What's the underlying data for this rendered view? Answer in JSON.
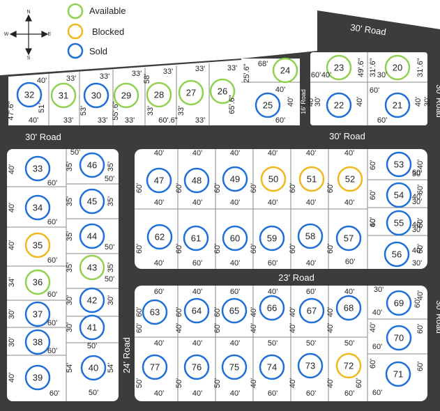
{
  "legend": {
    "compass": {
      "n": "N",
      "s": "S",
      "e": "E",
      "w": "W"
    },
    "items": [
      {
        "label": "Available",
        "color": "#8fd14f"
      },
      {
        "label": "Blocked",
        "color": "#f0b81c"
      },
      {
        "label": "Sold",
        "color": "#1e6fd9"
      }
    ]
  },
  "roads": [
    {
      "label": "30' Road"
    },
    {
      "label": "30' Road"
    },
    {
      "label": "30' Road"
    },
    {
      "label": "23' Road"
    },
    {
      "label": "24' Road"
    },
    {
      "label": "16' Road"
    },
    {
      "label": "30' Road"
    },
    {
      "label": "30' Road"
    }
  ],
  "plots": [
    {
      "id": "32",
      "status": "sold"
    },
    {
      "id": "31",
      "status": "available"
    },
    {
      "id": "30",
      "status": "sold"
    },
    {
      "id": "29",
      "status": "available"
    },
    {
      "id": "28",
      "status": "available"
    },
    {
      "id": "27",
      "status": "available"
    },
    {
      "id": "26",
      "status": "available"
    },
    {
      "id": "24",
      "status": "available"
    },
    {
      "id": "25",
      "status": "sold"
    },
    {
      "id": "23",
      "status": "available"
    },
    {
      "id": "20",
      "status": "available"
    },
    {
      "id": "22",
      "status": "sold"
    },
    {
      "id": "21",
      "status": "sold"
    },
    {
      "id": "33",
      "status": "sold"
    },
    {
      "id": "34",
      "status": "sold"
    },
    {
      "id": "35",
      "status": "blocked"
    },
    {
      "id": "36",
      "status": "available"
    },
    {
      "id": "37",
      "status": "sold"
    },
    {
      "id": "38",
      "status": "sold"
    },
    {
      "id": "39",
      "status": "sold"
    },
    {
      "id": "46",
      "status": "sold"
    },
    {
      "id": "45",
      "status": "sold"
    },
    {
      "id": "44",
      "status": "sold"
    },
    {
      "id": "43",
      "status": "available"
    },
    {
      "id": "42",
      "status": "sold"
    },
    {
      "id": "41",
      "status": "sold"
    },
    {
      "id": "40",
      "status": "sold"
    },
    {
      "id": "47",
      "status": "sold"
    },
    {
      "id": "48",
      "status": "sold"
    },
    {
      "id": "49",
      "status": "sold"
    },
    {
      "id": "50",
      "status": "blocked"
    },
    {
      "id": "51",
      "status": "blocked"
    },
    {
      "id": "52",
      "status": "blocked"
    },
    {
      "id": "62",
      "status": "sold"
    },
    {
      "id": "61",
      "status": "sold"
    },
    {
      "id": "60",
      "status": "sold"
    },
    {
      "id": "59",
      "status": "sold"
    },
    {
      "id": "58",
      "status": "sold"
    },
    {
      "id": "57",
      "status": "sold"
    },
    {
      "id": "53",
      "status": "sold"
    },
    {
      "id": "54",
      "status": "sold"
    },
    {
      "id": "55",
      "status": "sold"
    },
    {
      "id": "56",
      "status": "sold"
    },
    {
      "id": "63",
      "status": "sold"
    },
    {
      "id": "64",
      "status": "sold"
    },
    {
      "id": "65",
      "status": "sold"
    },
    {
      "id": "66",
      "status": "sold"
    },
    {
      "id": "67",
      "status": "sold"
    },
    {
      "id": "68",
      "status": "sold"
    },
    {
      "id": "69",
      "status": "sold"
    },
    {
      "id": "77",
      "status": "sold"
    },
    {
      "id": "76",
      "status": "sold"
    },
    {
      "id": "75",
      "status": "sold"
    },
    {
      "id": "74",
      "status": "sold"
    },
    {
      "id": "73",
      "status": "sold"
    },
    {
      "id": "72",
      "status": "blocked"
    },
    {
      "id": "70",
      "status": "sold"
    },
    {
      "id": "71",
      "status": "sold"
    }
  ],
  "dimensions": [
    "40'",
    "33'",
    "33'",
    "33'",
    "58'",
    "33'",
    "33'",
    "33'",
    "47'.6\"",
    "51'",
    "40'",
    "33'",
    "53'",
    "33'",
    "55'.6\"",
    "33'",
    "33'",
    "60'.6\"",
    "33'",
    "33'",
    "65'.6\"",
    "25'.6\"",
    "68'",
    "60'",
    "40'",
    "40'",
    "60'",
    "60'",
    "49'.6\"",
    "31'.6\"",
    "31'.6\"",
    "40'",
    "40'",
    "40'",
    "60'",
    "40'",
    "60'",
    "40'",
    "60'",
    "40'",
    "60'",
    "34'",
    "60'",
    "30'",
    "60'",
    "30'",
    "60'",
    "40'",
    "60'",
    "50'",
    "35'",
    "35'",
    "50'",
    "35'",
    "35'",
    "35'",
    "50'",
    "35'",
    "35'",
    "50'",
    "30'",
    "30'",
    "30'",
    "50'",
    "54'",
    "54'",
    "50'",
    "40'",
    "40'",
    "40'",
    "40'",
    "40'",
    "40'",
    "60'",
    "40'",
    "40'",
    "40'",
    "40'",
    "40'",
    "40'",
    "60'",
    "60'",
    "60'",
    "60'",
    "60'",
    "60'",
    "60'",
    "60'",
    "60'",
    "60'",
    "60'",
    "60'",
    "30'",
    "60'",
    "30'",
    "60'",
    "30'",
    "60'",
    "30'",
    "60'",
    "40'",
    "60'",
    "40'",
    "60'",
    "40'",
    "60'",
    "40'",
    "60'",
    "40'",
    "60'",
    "40'",
    "60'",
    "40'",
    "60'",
    "40'",
    "40'",
    "40'",
    "40'",
    "40'",
    "40'",
    "50'",
    "50'",
    "50'",
    "50'",
    "50'",
    "50'",
    "40'",
    "40'",
    "40'",
    "40'",
    "40'",
    "40'",
    "60'",
    "60'",
    "60'",
    "60'",
    "60'",
    "60'",
    "40'",
    "40'",
    "40'",
    "40'",
    "40'",
    "40'",
    "60'",
    "60'",
    "60'",
    "60'",
    "60'",
    "60'",
    "30'",
    "60'",
    "40'",
    "60'",
    "40'",
    "60'",
    "60'",
    "40'",
    "40'",
    "40'",
    "40'",
    "30'",
    "30'",
    "30'",
    "30'",
    "60'",
    "60'",
    "60'",
    "60'",
    "40'",
    "60'",
    "40'",
    "40'"
  ]
}
